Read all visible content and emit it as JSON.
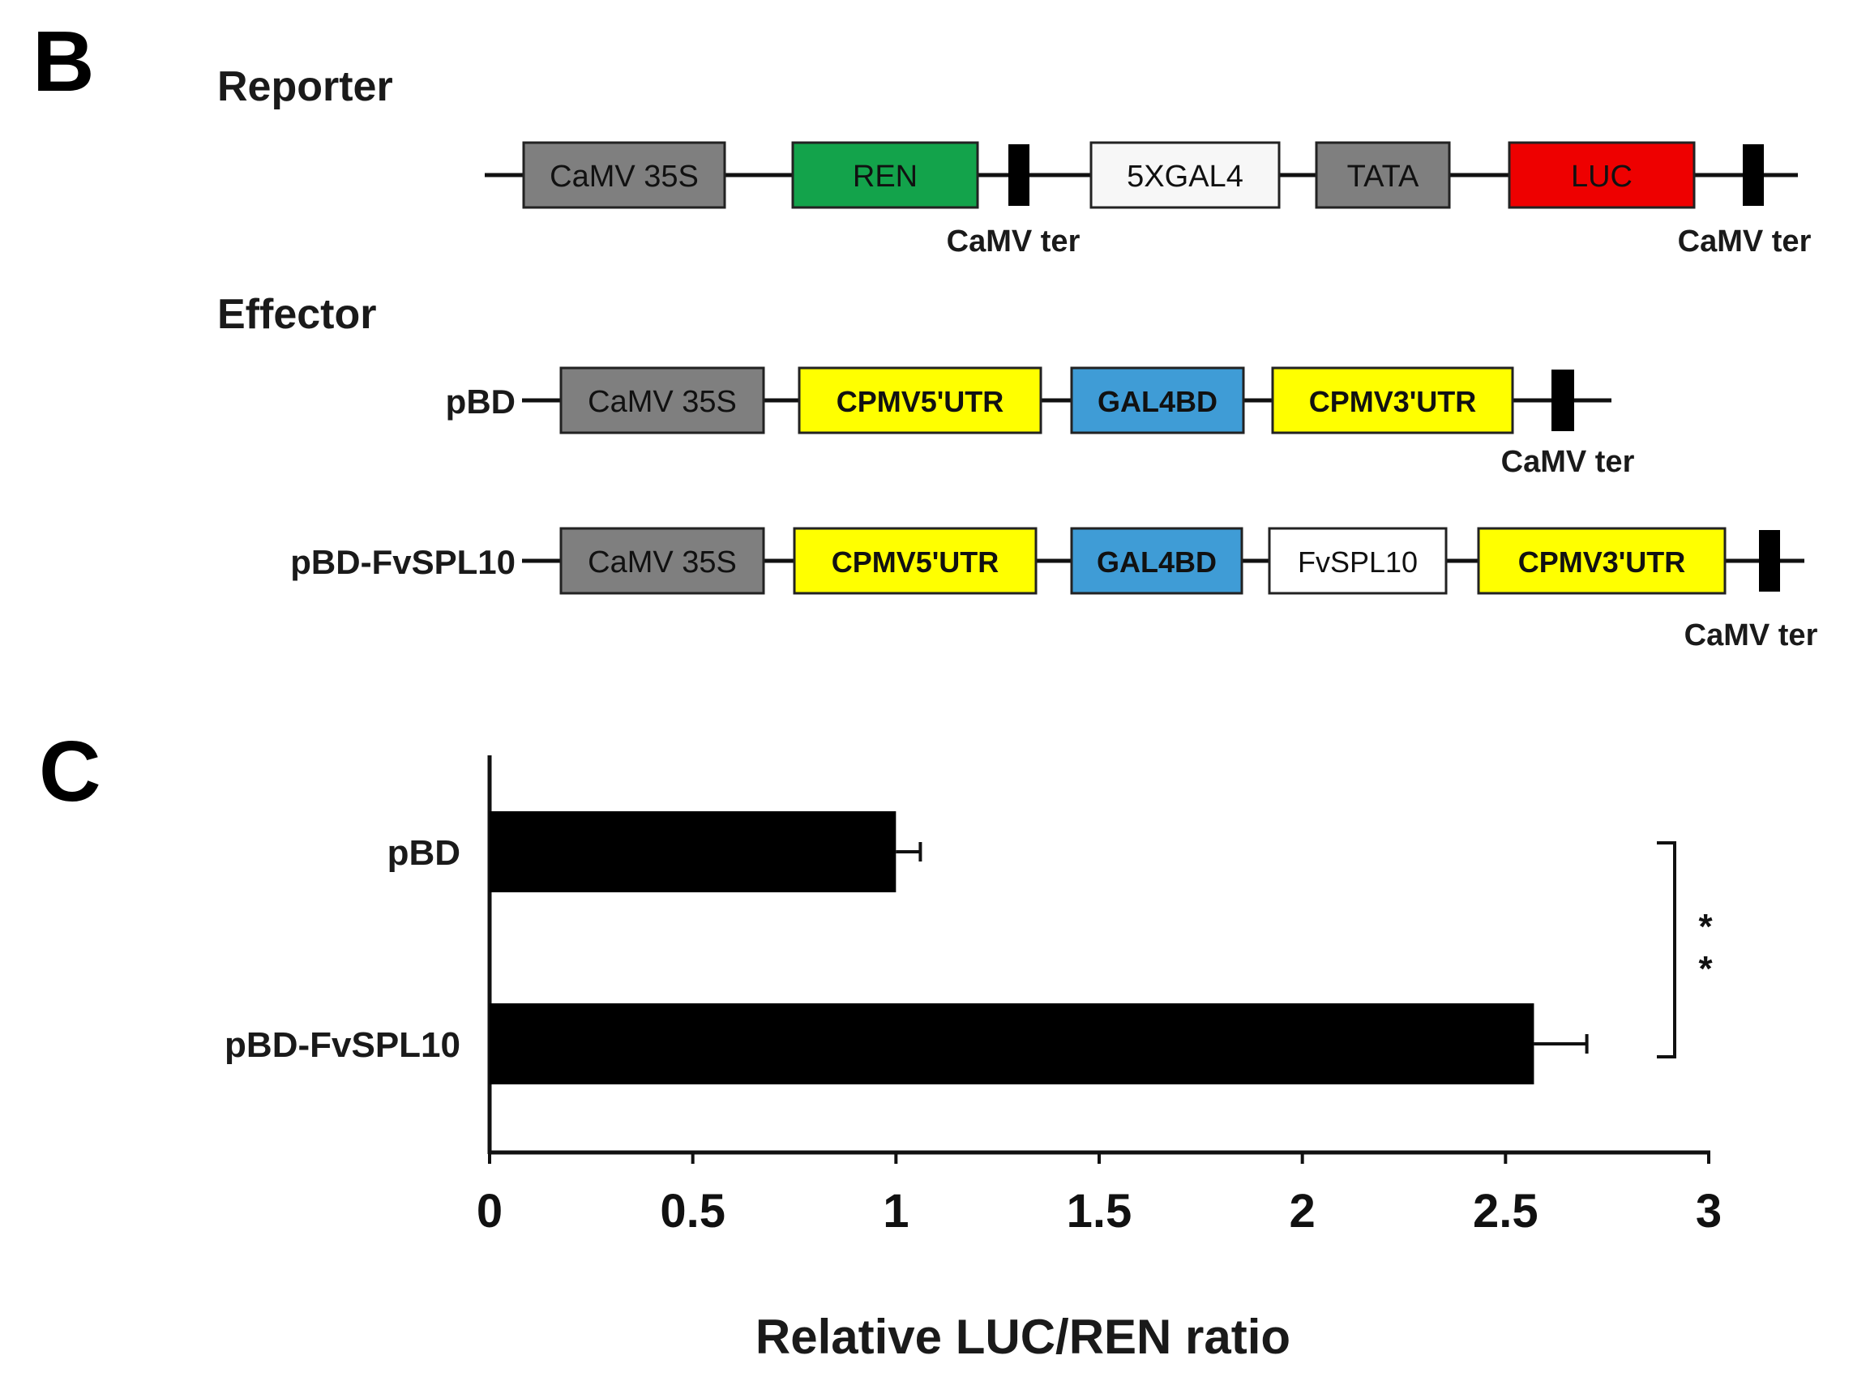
{
  "panel_b": {
    "label": "B",
    "reporter": {
      "heading": "Reporter",
      "elements": [
        {
          "kind": "box",
          "text": "CaMV 35S",
          "fill": "#7f7f7f"
        },
        {
          "kind": "box",
          "text": "REN",
          "fill": "#13a34b"
        },
        {
          "kind": "term"
        },
        {
          "kind": "box",
          "text": "5XGAL4",
          "fill": "#f7f7f7"
        },
        {
          "kind": "box",
          "text": "TATA",
          "fill": "#7f7f7f"
        },
        {
          "kind": "box",
          "text": "LUC",
          "fill": "#ee0000"
        },
        {
          "kind": "term"
        }
      ],
      "terminator_labels": [
        "CaMV ter",
        "CaMV ter"
      ]
    },
    "effector": {
      "heading": "Effector",
      "constructs": [
        {
          "name": "pBD",
          "elements": [
            {
              "kind": "box",
              "text": "CaMV 35S",
              "fill": "#7f7f7f"
            },
            {
              "kind": "box",
              "text": "CPMV5'UTR",
              "fill": "#ffff00"
            },
            {
              "kind": "box",
              "text": "GAL4BD",
              "fill": "#3f9cd6"
            },
            {
              "kind": "box",
              "text": "CPMV3'UTR",
              "fill": "#ffff00"
            },
            {
              "kind": "term"
            }
          ],
          "terminator_labels": [
            "CaMV ter"
          ]
        },
        {
          "name": "pBD-FvSPL10",
          "elements": [
            {
              "kind": "box",
              "text": "CaMV 35S",
              "fill": "#7f7f7f"
            },
            {
              "kind": "box",
              "text": "CPMV5'UTR",
              "fill": "#ffff00"
            },
            {
              "kind": "box",
              "text": "GAL4BD",
              "fill": "#3f9cd6"
            },
            {
              "kind": "box",
              "text": "FvSPL10",
              "fill": "#ffffff"
            },
            {
              "kind": "box",
              "text": "CPMV3'UTR",
              "fill": "#ffff00"
            },
            {
              "kind": "term"
            }
          ],
          "terminator_labels": [
            "CaMV ter"
          ]
        }
      ]
    }
  },
  "panel_c": {
    "label": "C",
    "significance": "* *"
  },
  "chart_data": {
    "type": "bar",
    "orientation": "horizontal",
    "categories": [
      "pBD",
      "pBD-FvSPL10"
    ],
    "values": [
      1.0,
      2.57
    ],
    "error": [
      0.06,
      0.13
    ],
    "xlabel": "Relative LUC/REN ratio",
    "ylabel": "",
    "xlim": [
      0,
      3
    ],
    "xticks": [
      "0",
      "0.5",
      "1",
      "1.5",
      "2",
      "2.5",
      "3"
    ],
    "bar_color": "#000000",
    "grid": false
  }
}
